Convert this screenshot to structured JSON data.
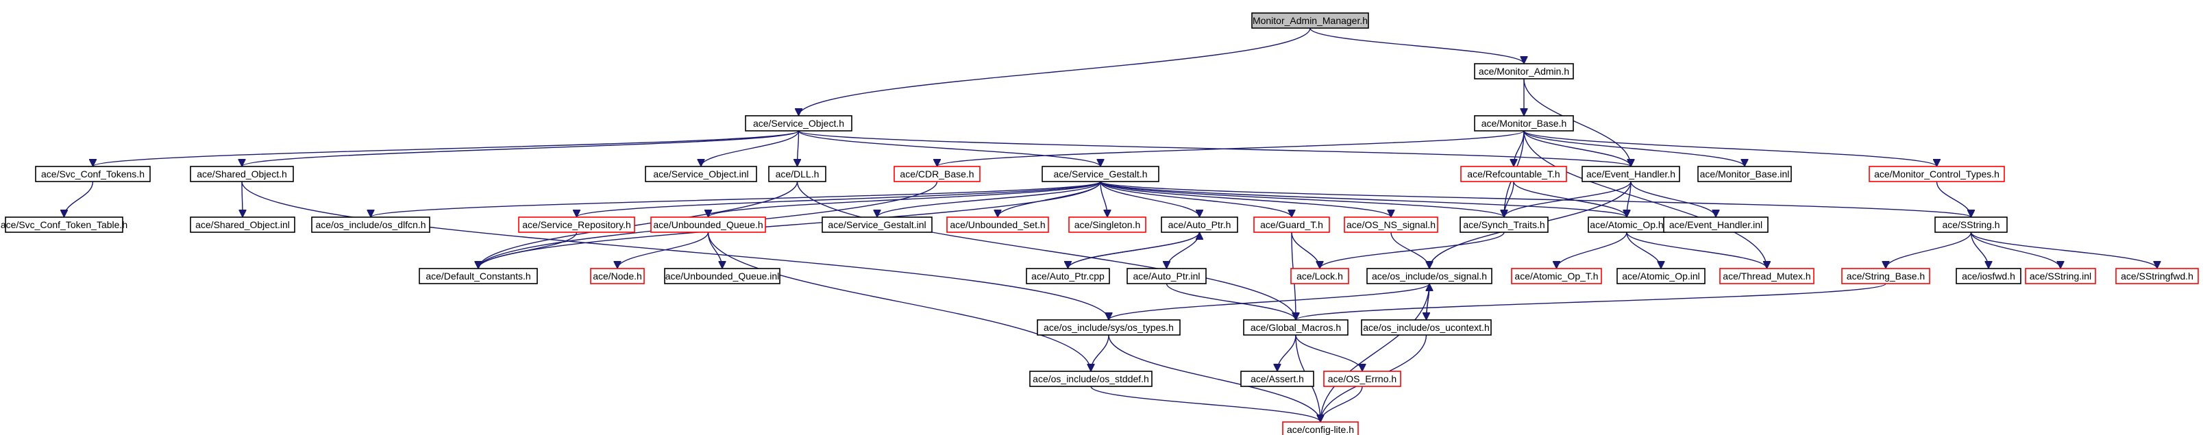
{
  "title": "Monitor_Admin_Manager.h",
  "colors": {
    "edge": "#191970",
    "node_border": "#000000",
    "node_border_external": "#ff0000",
    "root_fill": "#bfbfbf",
    "background": "#ffffff"
  },
  "nodes": [
    {
      "id": "n0",
      "label": "Monitor_Admin_Manager.h",
      "kind": "root"
    },
    {
      "id": "n1",
      "label": "ace/Monitor_Admin.h",
      "kind": "normal"
    },
    {
      "id": "n2",
      "label": "ace/Service_Object.h",
      "kind": "normal"
    },
    {
      "id": "n3",
      "label": "ace/Monitor_Base.h",
      "kind": "normal"
    },
    {
      "id": "n4",
      "label": "ace/Svc_Conf_Tokens.h",
      "kind": "normal"
    },
    {
      "id": "n5",
      "label": "ace/Shared_Object.h",
      "kind": "normal"
    },
    {
      "id": "n6",
      "label": "ace/Service_Object.inl",
      "kind": "normal"
    },
    {
      "id": "n7",
      "label": "ace/DLL.h",
      "kind": "normal"
    },
    {
      "id": "n8",
      "label": "ace/CDR_Base.h",
      "kind": "external"
    },
    {
      "id": "n9",
      "label": "ace/Service_Gestalt.h",
      "kind": "normal"
    },
    {
      "id": "n10",
      "label": "ace/Refcountable_T.h",
      "kind": "external"
    },
    {
      "id": "n11",
      "label": "ace/Event_Handler.h",
      "kind": "normal"
    },
    {
      "id": "n12",
      "label": "ace/Monitor_Base.inl",
      "kind": "normal"
    },
    {
      "id": "n13",
      "label": "ace/Monitor_Control_Types.h",
      "kind": "external"
    },
    {
      "id": "n14",
      "label": "ace/Svc_Conf_Token_Table.h",
      "kind": "normal"
    },
    {
      "id": "n15",
      "label": "ace/Shared_Object.inl",
      "kind": "normal"
    },
    {
      "id": "n16",
      "label": "ace/os_include/os_dlfcn.h",
      "kind": "normal"
    },
    {
      "id": "n17",
      "label": "ace/Service_Repository.h",
      "kind": "external"
    },
    {
      "id": "n18",
      "label": "ace/Unbounded_Queue.h",
      "kind": "external"
    },
    {
      "id": "n19",
      "label": "ace/Service_Gestalt.inl",
      "kind": "normal"
    },
    {
      "id": "n20",
      "label": "ace/Unbounded_Set.h",
      "kind": "external"
    },
    {
      "id": "n21",
      "label": "ace/Singleton.h",
      "kind": "external"
    },
    {
      "id": "n22",
      "label": "ace/Auto_Ptr.h",
      "kind": "normal"
    },
    {
      "id": "n23",
      "label": "ace/Guard_T.h",
      "kind": "external"
    },
    {
      "id": "n24",
      "label": "ace/OS_NS_signal.h",
      "kind": "external"
    },
    {
      "id": "n25",
      "label": "ace/Synch_Traits.h",
      "kind": "normal"
    },
    {
      "id": "n26",
      "label": "ace/Atomic_Op.h",
      "kind": "normal"
    },
    {
      "id": "n27",
      "label": "ace/Event_Handler.inl",
      "kind": "normal"
    },
    {
      "id": "n28",
      "label": "ace/SString.h",
      "kind": "normal"
    },
    {
      "id": "n29",
      "label": "ace/Default_Constants.h",
      "kind": "normal"
    },
    {
      "id": "n30",
      "label": "ace/Node.h",
      "kind": "external"
    },
    {
      "id": "n31",
      "label": "ace/Unbounded_Queue.inl",
      "kind": "normal"
    },
    {
      "id": "n32",
      "label": "ace/Auto_Ptr.cpp",
      "kind": "normal"
    },
    {
      "id": "n33",
      "label": "ace/Auto_Ptr.inl",
      "kind": "normal"
    },
    {
      "id": "n34",
      "label": "ace/Lock.h",
      "kind": "external"
    },
    {
      "id": "n35",
      "label": "ace/os_include/os_signal.h",
      "kind": "normal"
    },
    {
      "id": "n36",
      "label": "ace/Atomic_Op_T.h",
      "kind": "external"
    },
    {
      "id": "n37",
      "label": "ace/Atomic_Op.inl",
      "kind": "normal"
    },
    {
      "id": "n38",
      "label": "ace/Thread_Mutex.h",
      "kind": "external"
    },
    {
      "id": "n39",
      "label": "ace/String_Base.h",
      "kind": "external"
    },
    {
      "id": "n40",
      "label": "ace/iosfwd.h",
      "kind": "normal"
    },
    {
      "id": "n41",
      "label": "ace/SString.inl",
      "kind": "external"
    },
    {
      "id": "n42",
      "label": "ace/SStringfwd.h",
      "kind": "external"
    },
    {
      "id": "n43",
      "label": "ace/os_include/sys/os_types.h",
      "kind": "normal"
    },
    {
      "id": "n44",
      "label": "ace/Global_Macros.h",
      "kind": "normal"
    },
    {
      "id": "n45",
      "label": "ace/os_include/os_ucontext.h",
      "kind": "normal"
    },
    {
      "id": "n46",
      "label": "ace/os_include/os_stddef.h",
      "kind": "normal"
    },
    {
      "id": "n47",
      "label": "ace/Assert.h",
      "kind": "normal"
    },
    {
      "id": "n48",
      "label": "ace/OS_Errno.h",
      "kind": "external"
    },
    {
      "id": "n49",
      "label": "ace/config-lite.h",
      "kind": "external"
    }
  ],
  "edges": [
    [
      "n0",
      "n1"
    ],
    [
      "n0",
      "n2"
    ],
    [
      "n1",
      "n3"
    ],
    [
      "n1",
      "n11"
    ],
    [
      "n2",
      "n4"
    ],
    [
      "n2",
      "n5"
    ],
    [
      "n2",
      "n6"
    ],
    [
      "n2",
      "n7"
    ],
    [
      "n2",
      "n9"
    ],
    [
      "n2",
      "n11"
    ],
    [
      "n3",
      "n8"
    ],
    [
      "n3",
      "n10"
    ],
    [
      "n3",
      "n11"
    ],
    [
      "n3",
      "n12"
    ],
    [
      "n3",
      "n13"
    ],
    [
      "n3",
      "n25"
    ],
    [
      "n3",
      "n38"
    ],
    [
      "n4",
      "n14"
    ],
    [
      "n5",
      "n15"
    ],
    [
      "n5",
      "n43"
    ],
    [
      "n7",
      "n29"
    ],
    [
      "n7",
      "n44"
    ],
    [
      "n8",
      "n29"
    ],
    [
      "n9",
      "n16"
    ],
    [
      "n9",
      "n17"
    ],
    [
      "n9",
      "n18"
    ],
    [
      "n9",
      "n19"
    ],
    [
      "n9",
      "n20"
    ],
    [
      "n9",
      "n21"
    ],
    [
      "n9",
      "n22"
    ],
    [
      "n9",
      "n23"
    ],
    [
      "n9",
      "n24"
    ],
    [
      "n9",
      "n25"
    ],
    [
      "n9",
      "n26"
    ],
    [
      "n9",
      "n28"
    ],
    [
      "n9",
      "n29"
    ],
    [
      "n10",
      "n25"
    ],
    [
      "n10",
      "n26"
    ],
    [
      "n11",
      "n25"
    ],
    [
      "n11",
      "n26"
    ],
    [
      "n11",
      "n27"
    ],
    [
      "n11",
      "n35"
    ],
    [
      "n13",
      "n28"
    ],
    [
      "n17",
      "n29"
    ],
    [
      "n18",
      "n30"
    ],
    [
      "n18",
      "n31"
    ],
    [
      "n18",
      "n46"
    ],
    [
      "n22",
      "n32"
    ],
    [
      "n22",
      "n33"
    ],
    [
      "n32",
      "n22"
    ],
    [
      "n23",
      "n34"
    ],
    [
      "n23",
      "n44"
    ],
    [
      "n24",
      "n35"
    ],
    [
      "n25",
      "n34"
    ],
    [
      "n26",
      "n36"
    ],
    [
      "n26",
      "n37"
    ],
    [
      "n26",
      "n38"
    ],
    [
      "n28",
      "n39"
    ],
    [
      "n28",
      "n40"
    ],
    [
      "n28",
      "n41"
    ],
    [
      "n28",
      "n42"
    ],
    [
      "n33",
      "n44"
    ],
    [
      "n35",
      "n43"
    ],
    [
      "n35",
      "n45"
    ],
    [
      "n35",
      "n49"
    ],
    [
      "n45",
      "n35"
    ],
    [
      "n39",
      "n44"
    ],
    [
      "n43",
      "n46"
    ],
    [
      "n43",
      "n49"
    ],
    [
      "n44",
      "n47"
    ],
    [
      "n44",
      "n48"
    ],
    [
      "n44",
      "n49"
    ],
    [
      "n45",
      "n49"
    ],
    [
      "n46",
      "n49"
    ],
    [
      "n48",
      "n49"
    ]
  ]
}
